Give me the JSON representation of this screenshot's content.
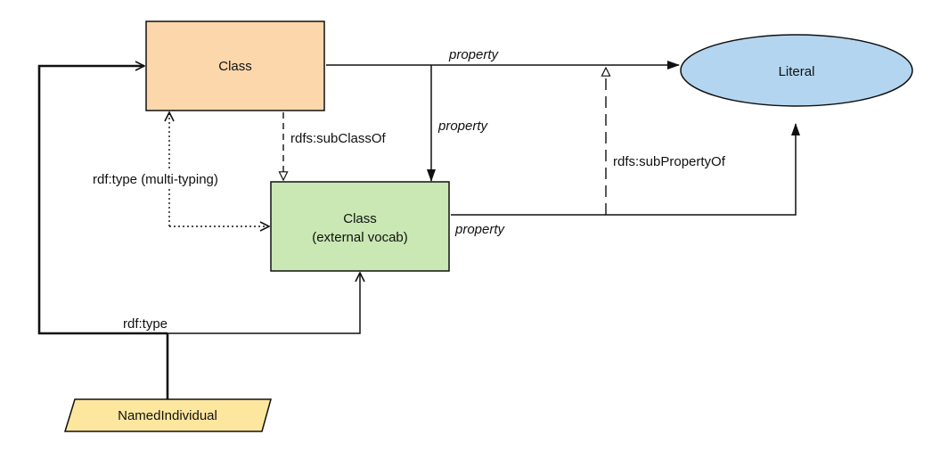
{
  "nodes": {
    "class_main": {
      "label": "Class",
      "fill": "#fdd7ac"
    },
    "class_external": {
      "label_line1": "Class",
      "label_line2": "(external vocab)",
      "fill": "#c9e8b3"
    },
    "literal": {
      "label": "Literal",
      "fill": "#b3d5f0"
    },
    "named_individual": {
      "label": "NamedIndividual",
      "fill": "#fde79e"
    }
  },
  "edges": {
    "class_to_literal": {
      "label": "property"
    },
    "class_to_external": {
      "label": "property"
    },
    "external_to_literal": {
      "label": "property"
    },
    "subclass_of": {
      "label": "rdfs:subClassOf"
    },
    "subproperty_of": {
      "label": "rdfs:subPropertyOf"
    },
    "multi_typing": {
      "label": "rdf:type (multi-typing)"
    },
    "individual_type": {
      "label": "rdf:type"
    }
  },
  "colors": {
    "stroke": "#111111"
  }
}
